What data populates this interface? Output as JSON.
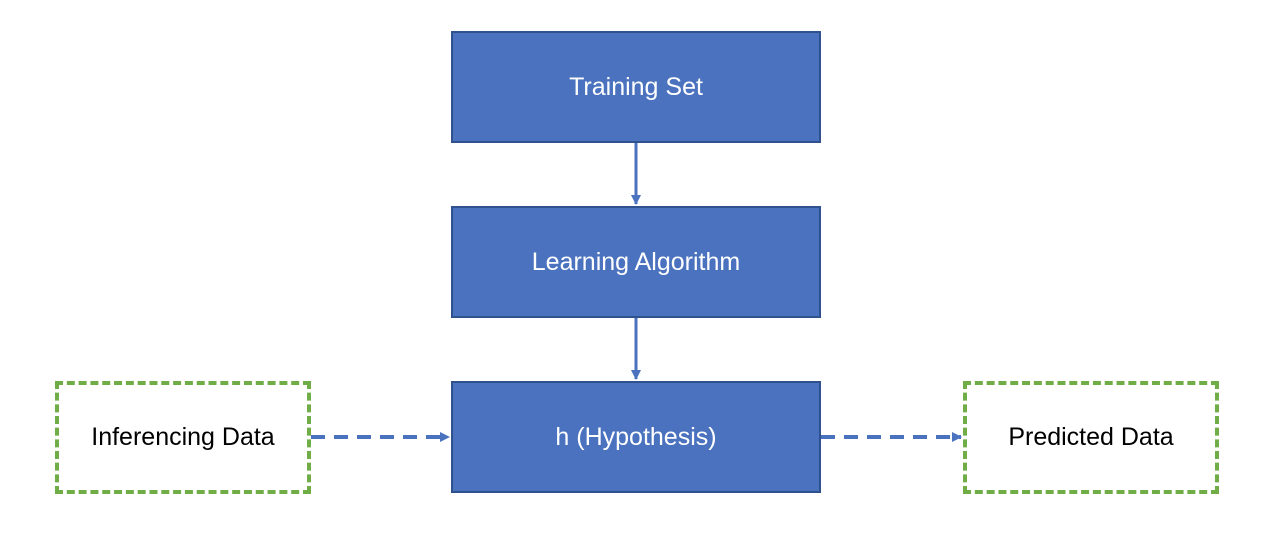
{
  "colors": {
    "process_fill": "#4A72BE",
    "process_border": "#2F528F",
    "data_border": "#70AD47",
    "arrow": "#4A72BE"
  },
  "nodes": {
    "training_set": "Training Set",
    "learning_algorithm": "Learning Algorithm",
    "hypothesis": "h (Hypothesis)",
    "inferencing_data": "Inferencing Data",
    "predicted_data": "Predicted Data"
  },
  "edges": [
    {
      "from": "training_set",
      "to": "learning_algorithm",
      "style": "solid"
    },
    {
      "from": "learning_algorithm",
      "to": "hypothesis",
      "style": "solid"
    },
    {
      "from": "inferencing_data",
      "to": "hypothesis",
      "style": "dashed"
    },
    {
      "from": "hypothesis",
      "to": "predicted_data",
      "style": "dashed"
    }
  ]
}
